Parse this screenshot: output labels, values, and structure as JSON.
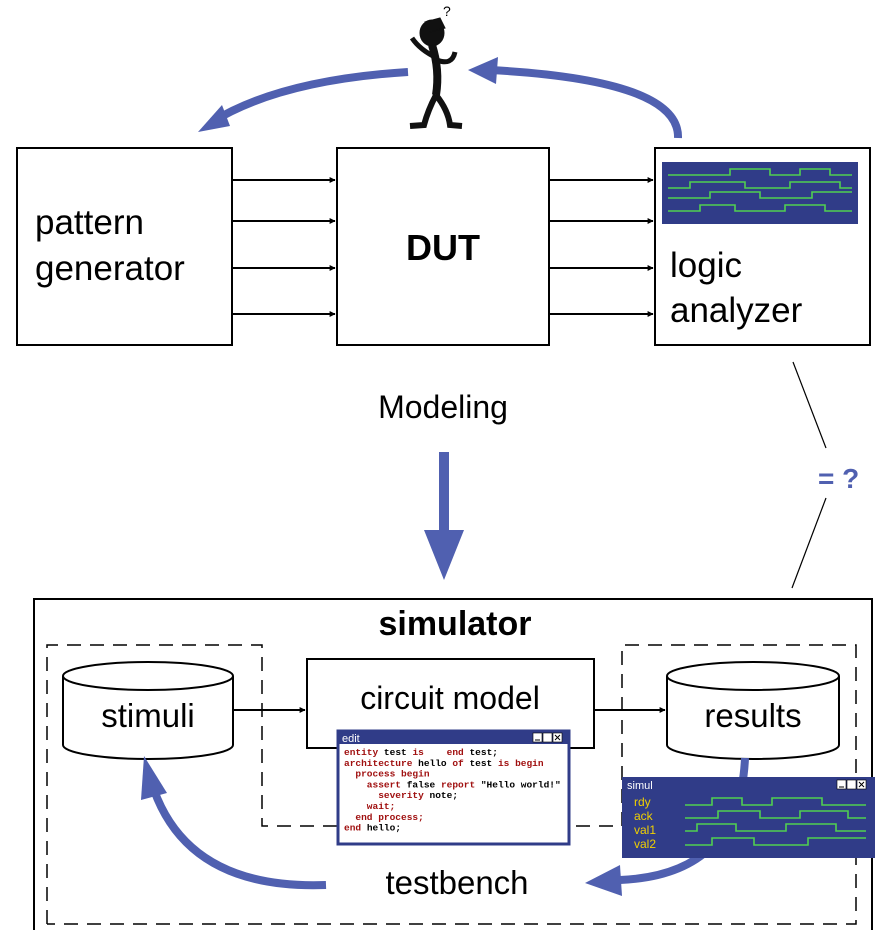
{
  "top": {
    "pattern_generator": [
      "pattern",
      "generator"
    ],
    "dut": "DUT",
    "logic_analyzer": [
      "logic",
      "analyzer"
    ]
  },
  "modeling": "Modeling",
  "compare": "= ?",
  "simulator": {
    "title": "simulator",
    "stimuli": "stimuli",
    "circuit_model": "circuit model",
    "results": "results",
    "testbench": "testbench"
  },
  "edit_window": {
    "title": "edit",
    "code": [
      [
        {
          "t": "entity ",
          "k": true
        },
        {
          "t": "test ",
          "k": false
        },
        {
          "t": "is    ",
          "k": true
        },
        {
          "t": "end ",
          "k": true
        },
        {
          "t": "test;",
          "k": false
        }
      ],
      [
        {
          "t": "architecture ",
          "k": true
        },
        {
          "t": "hello ",
          "k": false
        },
        {
          "t": "of ",
          "k": true
        },
        {
          "t": "test ",
          "k": false
        },
        {
          "t": "is begin",
          "k": true
        }
      ],
      [
        {
          "t": "  process begin",
          "k": true
        }
      ],
      [
        {
          "t": "    assert ",
          "k": true
        },
        {
          "t": "false ",
          "k": false
        },
        {
          "t": "report ",
          "k": true
        },
        {
          "t": "\"Hello world!\"",
          "k": false
        }
      ],
      [
        {
          "t": "      severity ",
          "k": true
        },
        {
          "t": "note;",
          "k": false
        }
      ],
      [
        {
          "t": "    wait;",
          "k": true
        }
      ],
      [
        {
          "t": "  end process;",
          "k": true
        }
      ],
      [
        {
          "t": "end ",
          "k": true
        },
        {
          "t": "hello;",
          "k": false
        }
      ]
    ]
  },
  "simul_window": {
    "title": "simul",
    "signals": [
      "rdy",
      "ack",
      "val1",
      "val2"
    ]
  },
  "colors": {
    "accent_arrow": "#5060b0",
    "window_bg": "#303c88",
    "waveform": "#50d050",
    "signal_label": "#f0d000"
  }
}
